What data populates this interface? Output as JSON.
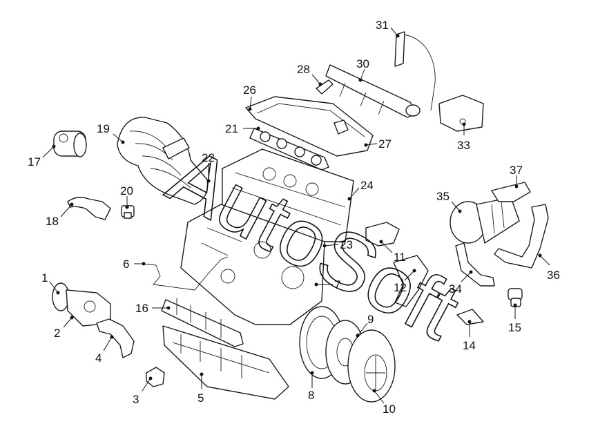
{
  "diagram": {
    "callouts": [
      "1",
      "2",
      "3",
      "4",
      "5",
      "6",
      "7",
      "8",
      "9",
      "10",
      "11",
      "12",
      "14",
      "15",
      "16",
      "17",
      "18",
      "19",
      "20",
      "21",
      "22",
      "23",
      "24",
      "26",
      "27",
      "28",
      "30",
      "31",
      "33",
      "34",
      "35",
      "36",
      "37"
    ]
  },
  "watermark": {
    "text": "AutoSoft"
  },
  "colors": {
    "ink": "#111111",
    "paper": "#ffffff"
  }
}
